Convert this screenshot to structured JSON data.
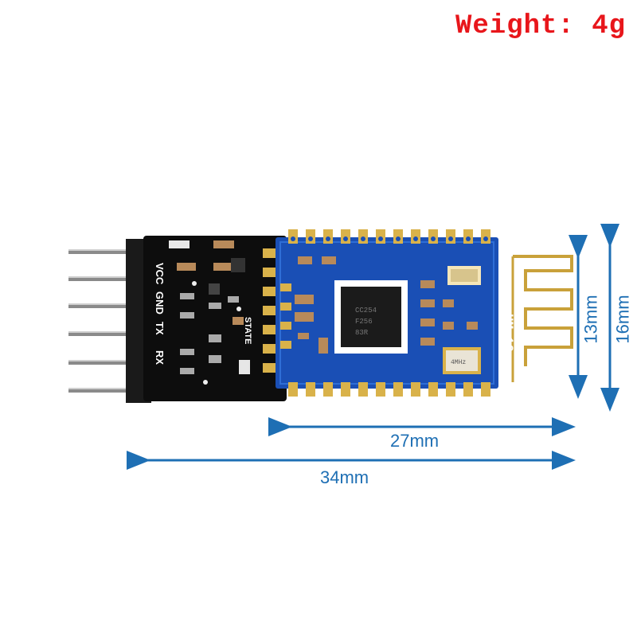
{
  "weight_label": "Weight: 4g",
  "module": {
    "name": "HM-10",
    "pins": [
      "VCC",
      "GND",
      "TX",
      "RX"
    ],
    "level_label": "STATE",
    "chip_text": [
      "CC254",
      "F256",
      "83R"
    ],
    "crystal_text": "4MHz"
  },
  "dimensions": {
    "width_inner": "27mm",
    "width_total": "34mm",
    "height_inner": "13mm",
    "height_total": "16mm"
  },
  "colors": {
    "weight_text": "#e8161b",
    "dimension": "#1e6fb4",
    "pcb_black": "#0d0d0d",
    "pcb_blue": "#1a4fb5",
    "pad_gold": "#d9b24a"
  }
}
